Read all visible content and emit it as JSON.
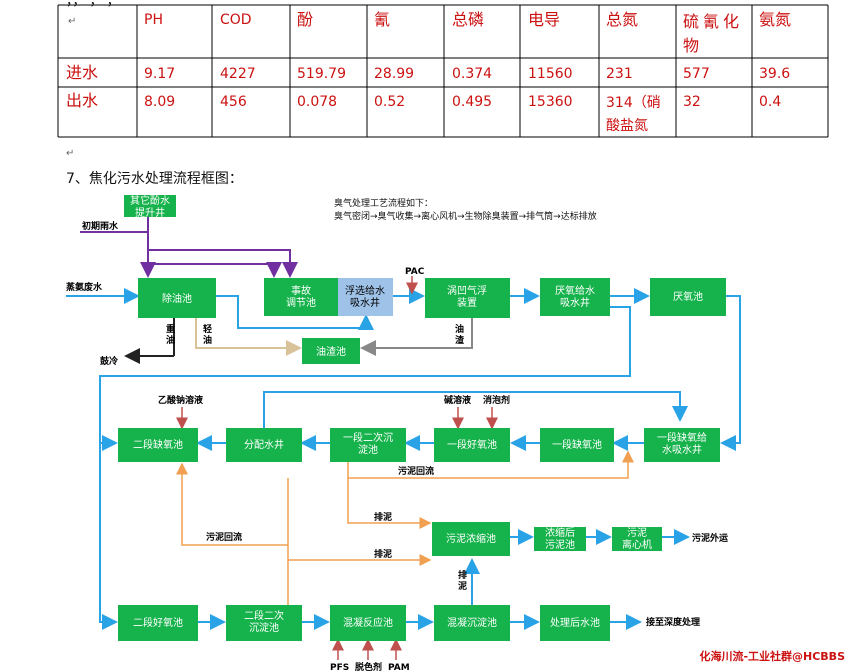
{
  "header_fragment": "，，          ，       ，",
  "table": {
    "headers": [
      "",
      "PH",
      "COD",
      "酚",
      "氰",
      "总磷",
      "电导",
      "总氮",
      "硫氰化\n物",
      "氨氮"
    ],
    "rows": [
      [
        "进水",
        "9.17",
        "4227",
        "519.79",
        "28.99",
        "0.374",
        "11560",
        "231",
        "577",
        "39.6"
      ],
      [
        "出水",
        "8.09",
        "456",
        "0.078",
        "0.52",
        "0.495",
        "15360",
        "314（硝\n酸盐氮",
        "32",
        "0.4"
      ]
    ]
  },
  "section_title": "7、焦化污水处理流程框图：",
  "note": {
    "line1": "臭气处理工艺流程如下：",
    "line2": "臭气密闭→臭气收集→离心风机→生物除臭装置→排气筒→达标排放"
  },
  "boxes": {
    "lift_well": "其它酚水\n提升井",
    "oil_removal": "除油池",
    "accident": "事故\n调节池",
    "float_feed": "浮选给水\n吸水井",
    "vortex_float": "涡凹气浮\n装置",
    "anaerobic_feed": "厌氧给水\n吸水井",
    "anaerobic": "厌氧池",
    "oil_residue": "油渣池",
    "anoxic2": "二段缺氧池",
    "distribution": "分配水井",
    "sed1": "一段二次沉\n淀池",
    "aerobic1": "一段好氧池",
    "anoxic1": "一段缺氧池",
    "anoxic1_feed": "一段缺氧给\n水吸水井",
    "sludge_thick": "污泥浓缩池",
    "thick_sludge": "浓缩后\n污泥池",
    "centrifuge": "污泥\n离心机",
    "aerobic2": "二段好氧池",
    "sed2": "二段二次\n沉淀池",
    "coag_react": "混凝反应池",
    "coag_sed": "混凝沉淀池",
    "treated": "处理后水池"
  },
  "labels": {
    "rain": "初期雨水",
    "ammonia": "蒸氨废水",
    "pac": "PAC",
    "heavy_oil": "重\n油",
    "light_oil": "轻\n油",
    "oil_slag": "油\n渣",
    "drum_cool": "鼓冷",
    "sodium_acetate": "乙酸钠溶液",
    "alkali": "碱溶液",
    "defoamer": "消泡剂",
    "sludge_return1": "污泥回流",
    "sludge_return2": "污泥回流",
    "discharge1": "排泥",
    "discharge2": "排泥",
    "discharge3": "排\n泥",
    "sludge_out": "污泥外运",
    "deep_treat": "接至深度处理",
    "pfs": "PFS",
    "decolor": "脱色剂",
    "pam": "PAM"
  },
  "watermark": "化海川流-工业社群@HCBBS",
  "colors": {
    "table_text": "#cc1111",
    "box_green": "#16b24b",
    "box_blue": "#9fc3e8",
    "flow_blue": "#2aa3e6",
    "flow_purple": "#7030a0",
    "flow_orange": "#f0a050"
  }
}
